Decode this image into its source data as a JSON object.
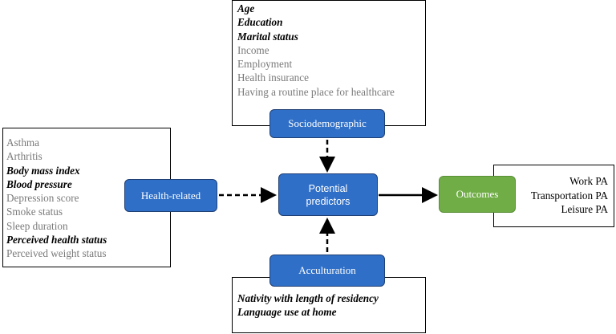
{
  "sociodemographic": {
    "label": "Sociodemographic",
    "items": [
      {
        "text": "Age",
        "emphasis": true
      },
      {
        "text": "Education",
        "emphasis": true
      },
      {
        "text": "Marital status",
        "emphasis": true
      },
      {
        "text": "Income",
        "emphasis": false
      },
      {
        "text": "Employment",
        "emphasis": false
      },
      {
        "text": "Health insurance",
        "emphasis": false
      },
      {
        "text": "Having a routine place for healthcare",
        "emphasis": false
      }
    ]
  },
  "health_related": {
    "label": "Health-related",
    "items": [
      {
        "text": "Asthma",
        "emphasis": false
      },
      {
        "text": "Arthritis",
        "emphasis": false
      },
      {
        "text": "Body mass index",
        "emphasis": true
      },
      {
        "text": "Blood pressure",
        "emphasis": true
      },
      {
        "text": "Depression score",
        "emphasis": false
      },
      {
        "text": "Smoke status",
        "emphasis": false
      },
      {
        "text": "Sleep duration",
        "emphasis": false
      },
      {
        "text": "Perceived health status",
        "emphasis": true
      },
      {
        "text": "Perceived weight status",
        "emphasis": false
      }
    ]
  },
  "acculturation": {
    "label": "Acculturation",
    "items": [
      {
        "text": "Nativity with length of residency",
        "emphasis": true
      },
      {
        "text": "Language use at home",
        "emphasis": true
      }
    ]
  },
  "center": {
    "line1": "Potential",
    "line2": "predictors"
  },
  "outcomes": {
    "label": "Outcomes",
    "items": [
      "Work PA",
      "Transportation PA",
      "Leisure PA"
    ]
  },
  "colors": {
    "node_blue": "#2f6fc7",
    "node_green": "#70ad47",
    "muted_text": "#7a7a7a"
  }
}
